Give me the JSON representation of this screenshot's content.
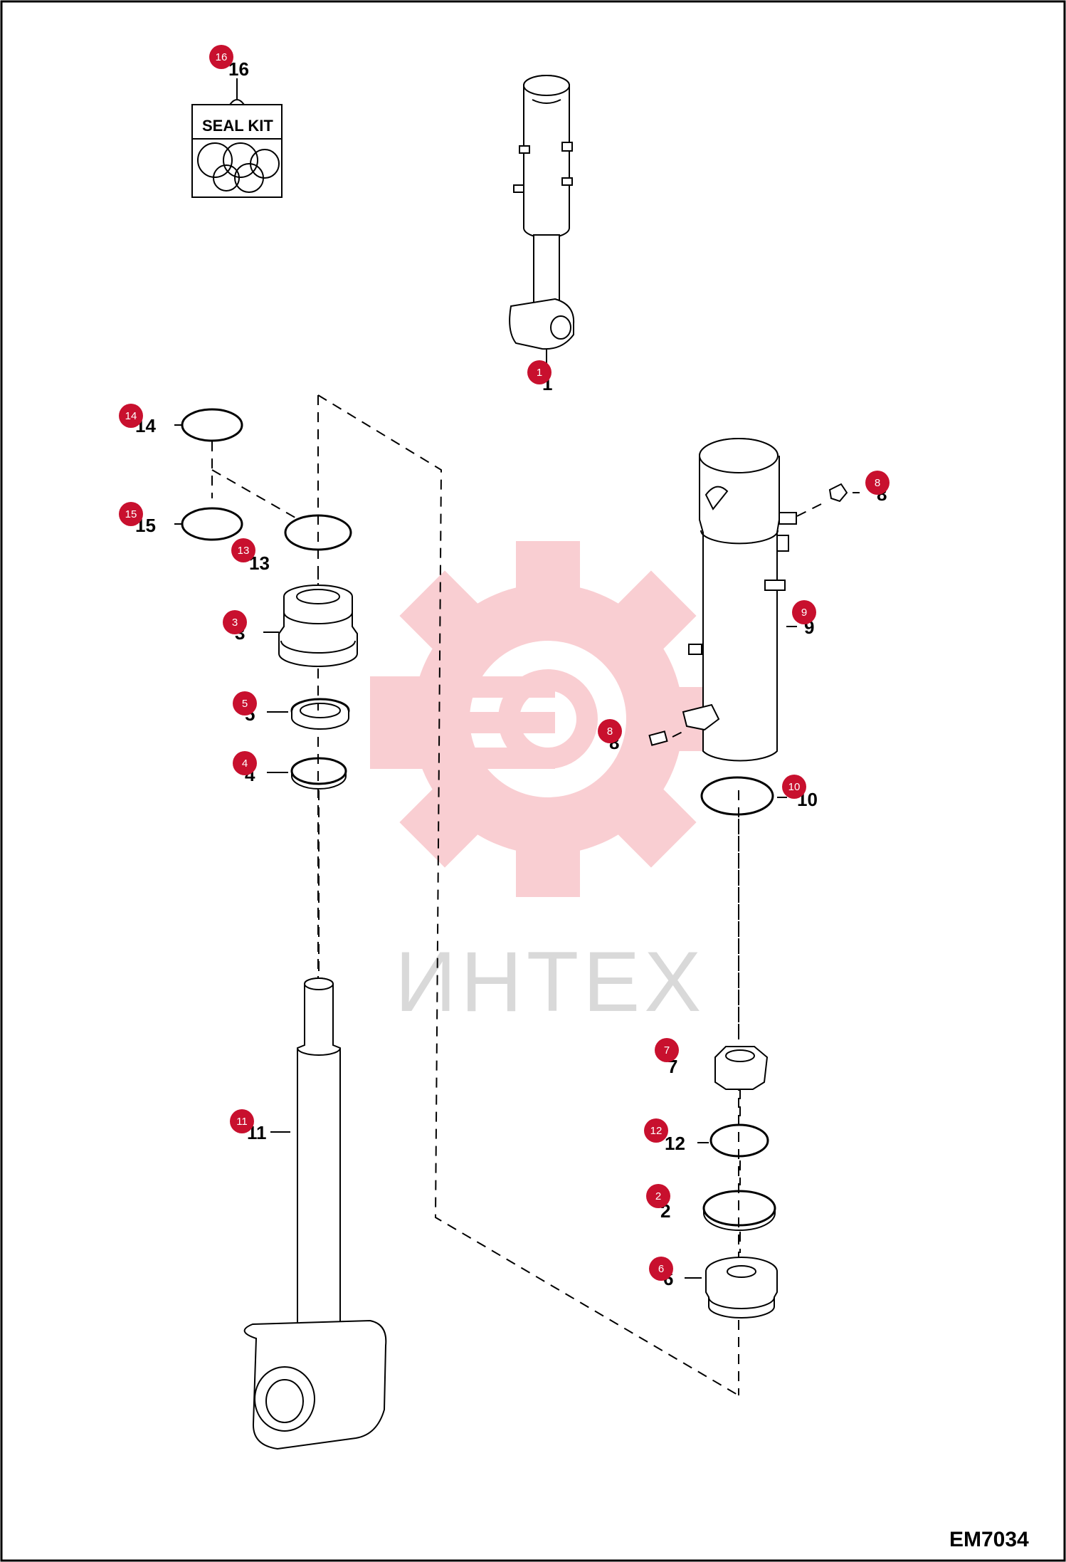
{
  "drawing": {
    "code": "EM7034",
    "watermark": "ИНТЕХ",
    "seal_kit_label": "SEAL KIT"
  },
  "colors": {
    "badge": "#c8102e",
    "watermark": "#f4a7ad",
    "line": "#000000"
  },
  "callouts": [
    {
      "number": "16",
      "badge": "16"
    },
    {
      "number": "1",
      "badge": "1"
    },
    {
      "number": "14",
      "badge": "14"
    },
    {
      "number": "15",
      "badge": "15"
    },
    {
      "number": "13",
      "badge": "13"
    },
    {
      "number": "3",
      "badge": "3"
    },
    {
      "number": "5",
      "badge": "5"
    },
    {
      "number": "4",
      "badge": "4"
    },
    {
      "number": "11",
      "badge": "11"
    },
    {
      "number": "8",
      "badge": "8"
    },
    {
      "number": "9",
      "badge": "9"
    },
    {
      "number": "8",
      "badge": "8"
    },
    {
      "number": "10",
      "badge": "10"
    },
    {
      "number": "7",
      "badge": "7"
    },
    {
      "number": "12",
      "badge": "12"
    },
    {
      "number": "2",
      "badge": "2"
    },
    {
      "number": "6",
      "badge": "6"
    }
  ]
}
